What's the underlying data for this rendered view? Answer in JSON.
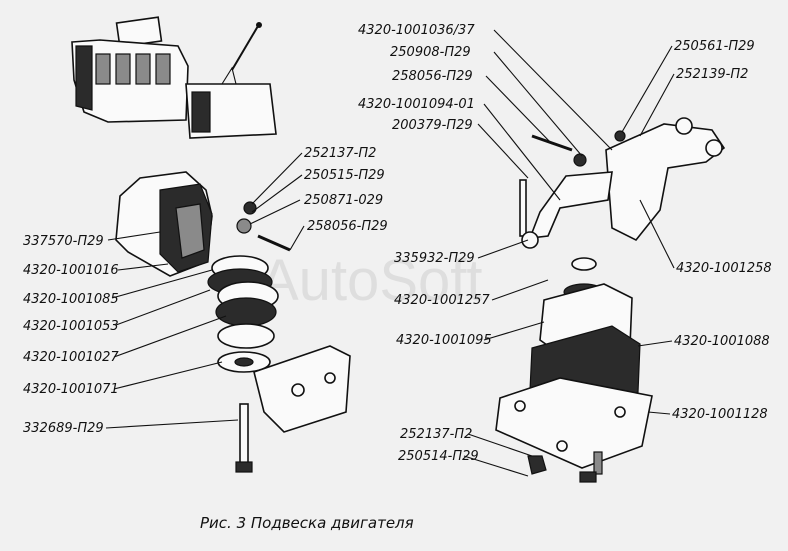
{
  "caption": "Рис. 3 Подвеска двигателя",
  "watermark": "AutoSoft",
  "left_labels": [
    "337570-П29",
    "4320-1001016",
    "4320-1001085",
    "4320-1001053",
    "4320-1001027",
    "4320-1001071",
    "332689-П29"
  ],
  "mid_labels": [
    "252137-П2",
    "250515-П29",
    "250871-029",
    "258056-П29"
  ],
  "top_labels": [
    "4320-1001036/37",
    "250908-П29",
    "258056-П29",
    "4320-1001094-01",
    "200379-П29"
  ],
  "right_top_labels": [
    "250561-П29",
    "252139-П2"
  ],
  "right_labels": [
    "4320-1001258",
    "4320-1001088",
    "4320-1001128"
  ],
  "center_labels": [
    "335932-П29",
    "4320-1001257",
    "4320-1001095"
  ],
  "bottom_labels": [
    "252137-П2",
    "250514-П29"
  ]
}
